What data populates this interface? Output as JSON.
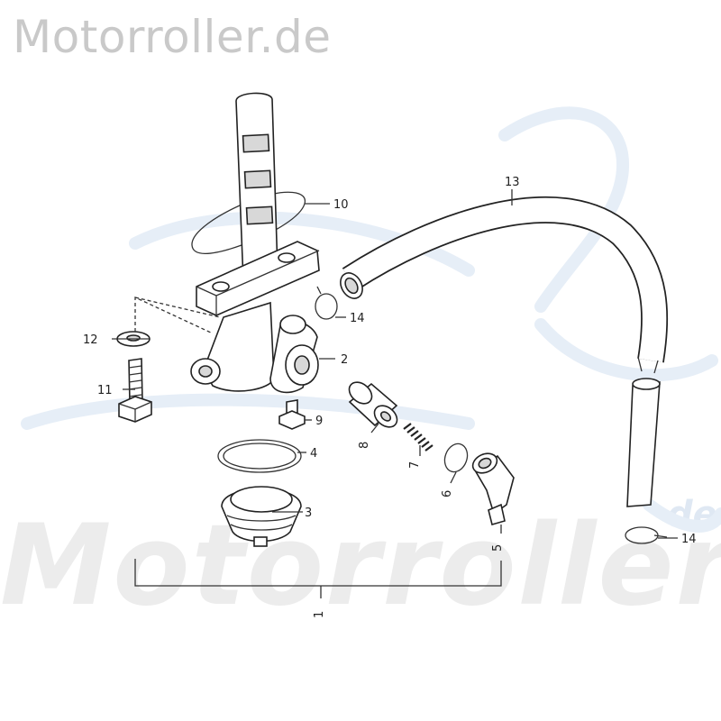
{
  "site_title": "Motorroller.de",
  "watermark": {
    "main": "Motorroller",
    "tld": "de"
  },
  "colors": {
    "line": "#222222",
    "watermark": "#ececec",
    "swoosh": "#e6eef7"
  },
  "diagram": {
    "callouts": [
      "1",
      "2",
      "3",
      "4",
      "5",
      "6",
      "7",
      "8",
      "9",
      "10",
      "11",
      "12",
      "13",
      "14",
      "14"
    ]
  }
}
